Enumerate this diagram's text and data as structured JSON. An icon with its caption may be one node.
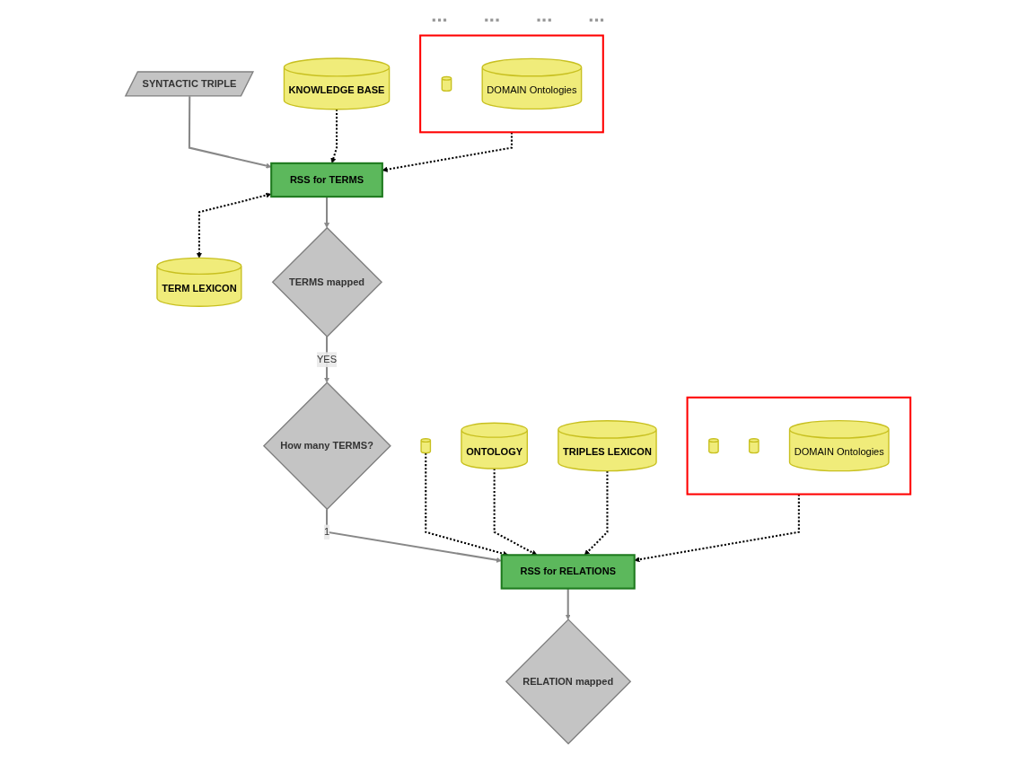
{
  "diagram": {
    "nodes": [
      {
        "text": [
          "SYNTACTIC TRIPLE"
        ]
      },
      {
        "text": [
          "RSS for TERMS"
        ]
      },
      {
        "text": [
          "TERM LEXICON"
        ]
      },
      {
        "text": [
          "KNOWLEDGE BASE"
        ]
      },
      {
        "text": [],
        "shape": "box"
      },
      {
        "text": [],
        "shape": "cylinder",
        "in": 4
      },
      {
        "text": [
          "DOMAIN Ontologies"
        ],
        "in": 4
      },
      {
        "text": [
          "TERMS mapped"
        ]
      },
      {
        "text": [
          "How many TERMS?"
        ]
      },
      {
        "text": [],
        "shape": "box"
      },
      {
        "text": [],
        "shape": "cylinder",
        "in": 9
      },
      {
        "text": [],
        "shape": "cylinder",
        "in": 9
      },
      {
        "text": [
          "DOMAIN Ontologies"
        ],
        "in": 9
      },
      {
        "text": [],
        "shape": "cylinder"
      },
      {
        "text": [
          "ONTOLOGY"
        ]
      },
      {
        "text": [
          "TRIPLES LEXICON"
        ]
      },
      {
        "text": [
          "RSS for RELATIONS"
        ]
      },
      {
        "text": [
          "RELATION mapped"
        ]
      }
    ],
    "edges": [
      {
        "from": 0,
        "to": 1,
        "arrow": "to",
        "color": "#888888"
      },
      {
        "from": 1,
        "to": 2,
        "arrow": "both",
        "style": "dashed"
      },
      {
        "from": 3,
        "to": 1,
        "arrow": "to",
        "style": "dashed"
      },
      {
        "from": 4,
        "to": 1,
        "arrow": "to",
        "style": "dashed"
      },
      {
        "from": 1,
        "to": 7,
        "arrow": "to",
        "color": "#888888"
      },
      {
        "from": 7,
        "to": 8,
        "arrow": "to",
        "label": "YES",
        "color": "#888888"
      },
      {
        "from": 8,
        "to": 16,
        "arrow": "to",
        "label": "1",
        "color": "#888888"
      },
      {
        "from": 9,
        "to": 16,
        "arrow": "to",
        "style": "dashed"
      },
      {
        "from": 13,
        "to": 16,
        "arrow": "to",
        "style": "dashed"
      },
      {
        "from": 14,
        "to": 16,
        "arrow": "to",
        "style": "dashed"
      },
      {
        "from": 15,
        "to": 16,
        "arrow": "to",
        "style": "dashed"
      },
      {
        "from": 16,
        "to": 17,
        "arrow": "to",
        "color": "#888888"
      }
    ],
    "labels": [
      "...",
      "...",
      "...",
      "..."
    ]
  }
}
